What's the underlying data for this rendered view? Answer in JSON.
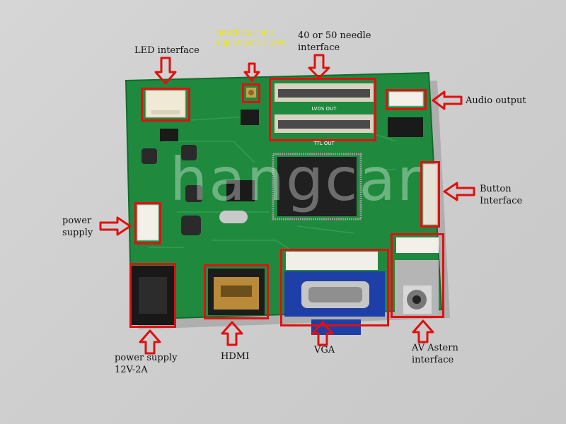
{
  "labels": {
    "led_interface": "LED interface",
    "color_screw": "Interface color adjustment screw",
    "needle_interface": "40 or 50 needle interface",
    "audio_output": "Audio output",
    "button_interface": "Button Interface",
    "power_supply": "power supply",
    "power_supply_12v": "power supply 12V-2A",
    "hdmi": "HDMI",
    "vga": "VGA",
    "av_astern": "AV Astern interface"
  },
  "watermark": "hangcar",
  "silkscreen": {
    "lvds": "LVDS OUT",
    "ttl": "TTL OUT"
  },
  "colors": {
    "pcb": "#1f8a3e",
    "annotation": "#e01010",
    "note_yellow": "#e8e800"
  }
}
